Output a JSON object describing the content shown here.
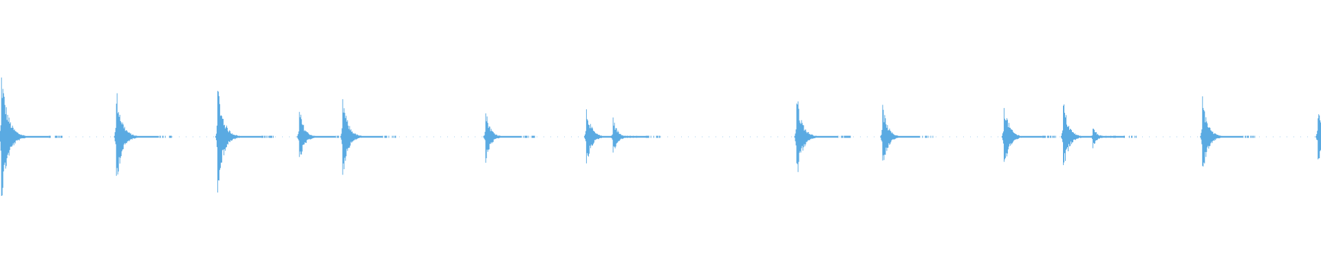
{
  "waveform": {
    "color": "#5AAAE2",
    "duration_s": 44.6,
    "transients": [
      {
        "t": 0.05,
        "amp": 0.96
      },
      {
        "t": 3.93,
        "amp": 0.71
      },
      {
        "t": 7.35,
        "amp": 0.78
      },
      {
        "t": 10.11,
        "amp": 0.42
      },
      {
        "t": 11.57,
        "amp": 0.6
      },
      {
        "t": 16.4,
        "amp": 0.4
      },
      {
        "t": 19.8,
        "amp": 0.45
      },
      {
        "t": 20.7,
        "amp": 0.28
      },
      {
        "t": 26.9,
        "amp": 0.65
      },
      {
        "t": 29.8,
        "amp": 0.48
      },
      {
        "t": 33.9,
        "amp": 0.52
      },
      {
        "t": 35.9,
        "amp": 0.54
      },
      {
        "t": 36.9,
        "amp": 0.16
      },
      {
        "t": 40.6,
        "amp": 0.6
      },
      {
        "t": 44.5,
        "amp": 0.42
      }
    ]
  }
}
